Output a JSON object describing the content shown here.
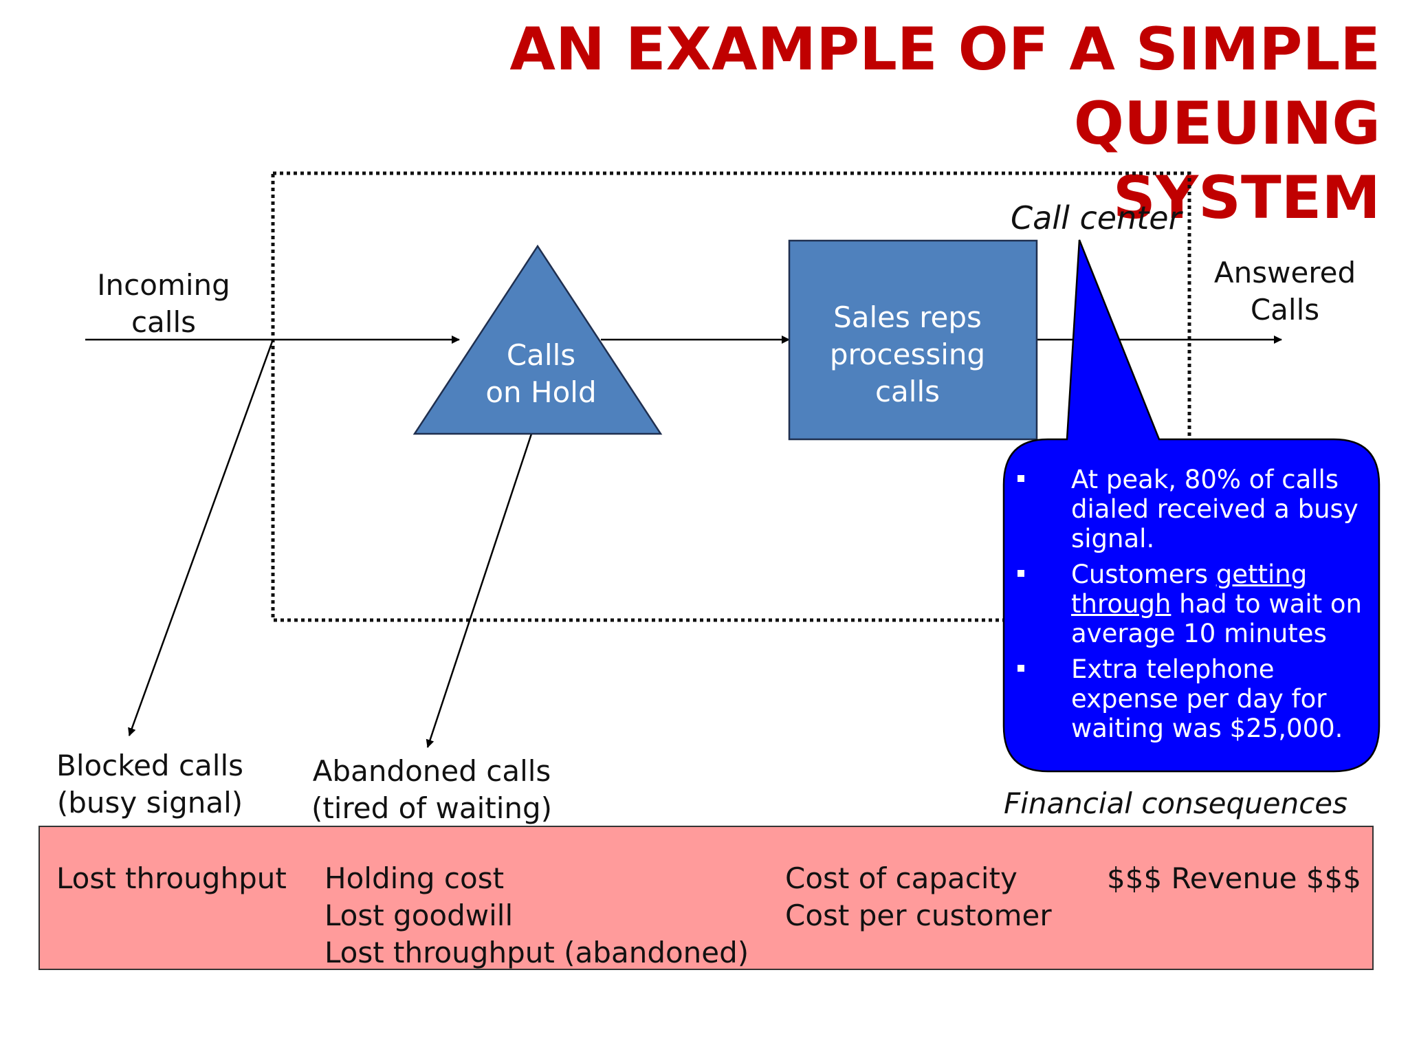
{
  "title": {
    "line1": "AN EXAMPLE OF A SIMPLE QUEUING",
    "line2": "SYSTEM"
  },
  "diagram": {
    "incoming": [
      "Incoming",
      "calls"
    ],
    "hold": [
      "Calls",
      "on Hold"
    ],
    "sales": [
      "Sales reps",
      "processing",
      "calls"
    ],
    "answered": [
      "Answered",
      "Calls"
    ],
    "call_center": "Call center",
    "blocked": [
      "Blocked calls",
      "(busy signal)"
    ],
    "abandoned": [
      "Abandoned calls",
      "(tired of waiting)"
    ]
  },
  "callout": {
    "bullets": [
      {
        "text": "At peak, 80% of calls dialed received a busy signal."
      },
      {
        "before": "Customers ",
        "underlined": "getting through",
        "after": " had to wait on average 10 minutes"
      },
      {
        "text": "Extra telephone expense per day for waiting was $25,000."
      }
    ]
  },
  "financial": {
    "heading": "Financial consequences",
    "col1": [
      "Lost throughput"
    ],
    "col2": [
      "Holding cost",
      "Lost goodwill",
      "Lost throughput (abandoned)"
    ],
    "col3": [
      "Cost of capacity",
      "Cost per customer"
    ],
    "col4": [
      "$$$ Revenue $$$"
    ]
  },
  "colors": {
    "title": "#c00000",
    "shape_fill": "#4f81bd",
    "callout_fill": "#0000ff",
    "consequence_fill": "#ff9b9b"
  }
}
